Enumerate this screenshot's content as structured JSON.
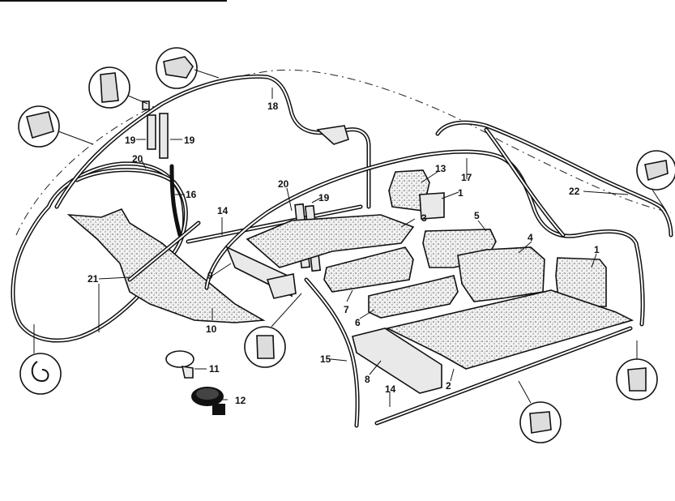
{
  "callouts": {
    "c1a": "1",
    "c1b": "1",
    "c2": "2",
    "c3": "3",
    "c4": "4",
    "c5": "5",
    "c6": "6",
    "c7": "7",
    "c8": "8",
    "c9": "9",
    "c10": "10",
    "c11": "11",
    "c12": "12",
    "c13": "13",
    "c14a": "14",
    "c14b": "14",
    "c15": "15",
    "c16": "16",
    "c17": "17",
    "c18": "18",
    "c19a": "19",
    "c19b": "19",
    "c19c": "19",
    "c20a": "20",
    "c20b": "20",
    "c21": "21",
    "c22": "22"
  }
}
